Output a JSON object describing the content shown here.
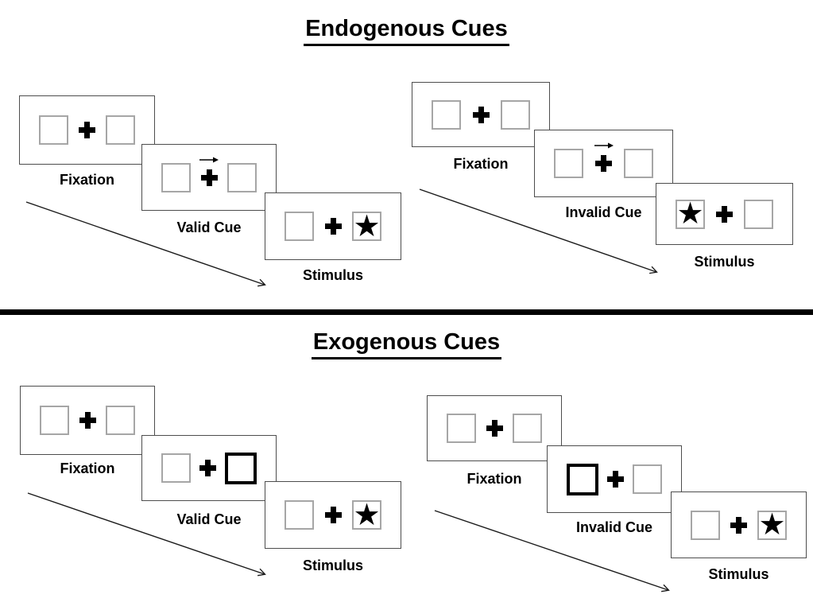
{
  "sections": [
    {
      "title": "Endogenous Cues",
      "cue_appearance": "central right-pointing arrow above fixation cross",
      "groups": [
        {
          "name": "valid-trial",
          "panels": [
            {
              "label": "Fixation",
              "type": "fixation"
            },
            {
              "label": "Valid Cue",
              "type": "cue",
              "cue": "arrow pointing right above cross"
            },
            {
              "label": "Stimulus",
              "type": "stimulus",
              "star_side": "right"
            }
          ]
        },
        {
          "name": "invalid-trial",
          "panels": [
            {
              "label": "Fixation",
              "type": "fixation"
            },
            {
              "label": "Invalid Cue",
              "type": "cue",
              "cue": "arrow pointing right above cross"
            },
            {
              "label": "Stimulus",
              "type": "stimulus",
              "star_side": "left"
            }
          ]
        }
      ]
    },
    {
      "title": "Exogenous Cues",
      "cue_appearance": "peripheral box outlined in bold black",
      "groups": [
        {
          "name": "valid-trial",
          "panels": [
            {
              "label": "Fixation",
              "type": "fixation"
            },
            {
              "label": "Valid Cue",
              "type": "cue",
              "cue": "right box highlighted bold"
            },
            {
              "label": "Stimulus",
              "type": "stimulus",
              "star_side": "right"
            }
          ]
        },
        {
          "name": "invalid-trial",
          "panels": [
            {
              "label": "Fixation",
              "type": "fixation"
            },
            {
              "label": "Invalid Cue",
              "type": "cue",
              "cue": "left box highlighted bold"
            },
            {
              "label": "Stimulus",
              "type": "stimulus",
              "star_side": "right"
            }
          ]
        }
      ]
    }
  ],
  "symbols": {
    "star": "★"
  },
  "colors": {
    "background": "#ffffff",
    "panel_border": "#4d4d4d",
    "box_border": "#a6a6a6",
    "cue_box_border": "#000000",
    "text": "#000000",
    "divider": "#000000"
  }
}
